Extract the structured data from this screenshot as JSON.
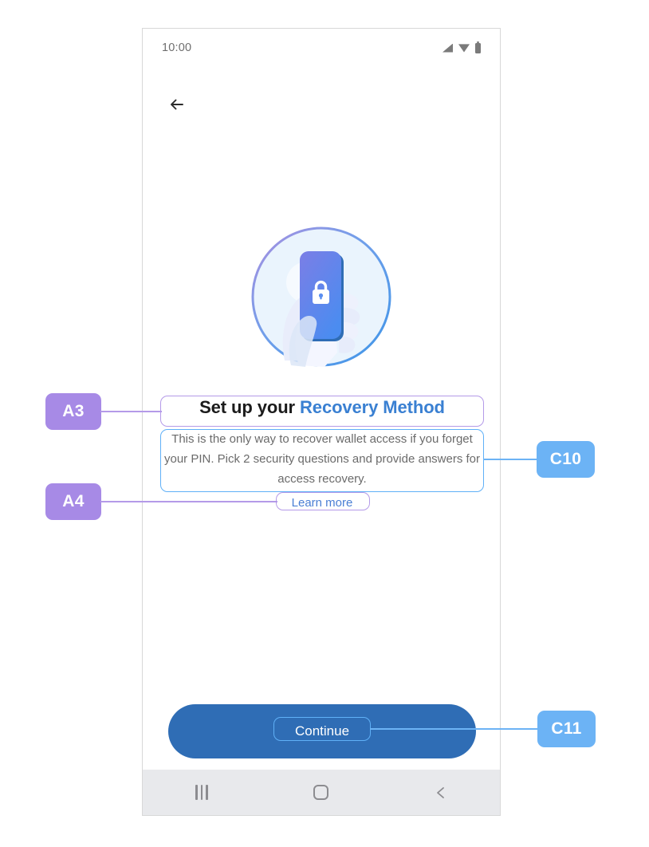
{
  "screen": {
    "status_bar": {
      "time": "10:00",
      "icons": [
        "signal-icon",
        "wifi-icon",
        "battery-icon"
      ]
    },
    "back_icon": "back-arrow-icon",
    "illustration": {
      "name": "hand-holding-phone-lock-illustration",
      "circle_fill": "#eaf4fd",
      "gradient_start": "#a98fe0",
      "gradient_end": "#3f95e8",
      "phone_gradient_start": "#7b7ee6",
      "phone_gradient_end": "#4b8cf0",
      "lock_icon": "lock-icon"
    },
    "title": {
      "lead": "Set up your ",
      "accent": "Recovery Method"
    },
    "description": "This is the only way to recover wallet access if you forget your PIN. Pick 2 security questions and provide answers for access recovery.",
    "learn_more_label": "Learn more",
    "continue_label": "Continue",
    "nav_bar": {
      "recents_icon": "recents-icon",
      "home_icon": "home-icon",
      "back_icon": "back-chevron-icon"
    }
  },
  "annotations": {
    "a3": {
      "label": "A3",
      "color": "#a78ae6",
      "target": "title"
    },
    "a4": {
      "label": "A4",
      "color": "#a78ae6",
      "target": "learn-more-link"
    },
    "c10": {
      "label": "C10",
      "color": "#6cb3f5",
      "target": "description"
    },
    "c11": {
      "label": "C11",
      "color": "#6cb3f5",
      "target": "continue-button"
    }
  },
  "colors": {
    "accent_blue": "#3a80d2",
    "button_blue": "#2f6db5",
    "anno_purple": "#a78ae6",
    "anno_blue": "#6cb3f5",
    "text_dark": "#1b1b1b",
    "text_muted": "#6b6b6b"
  }
}
